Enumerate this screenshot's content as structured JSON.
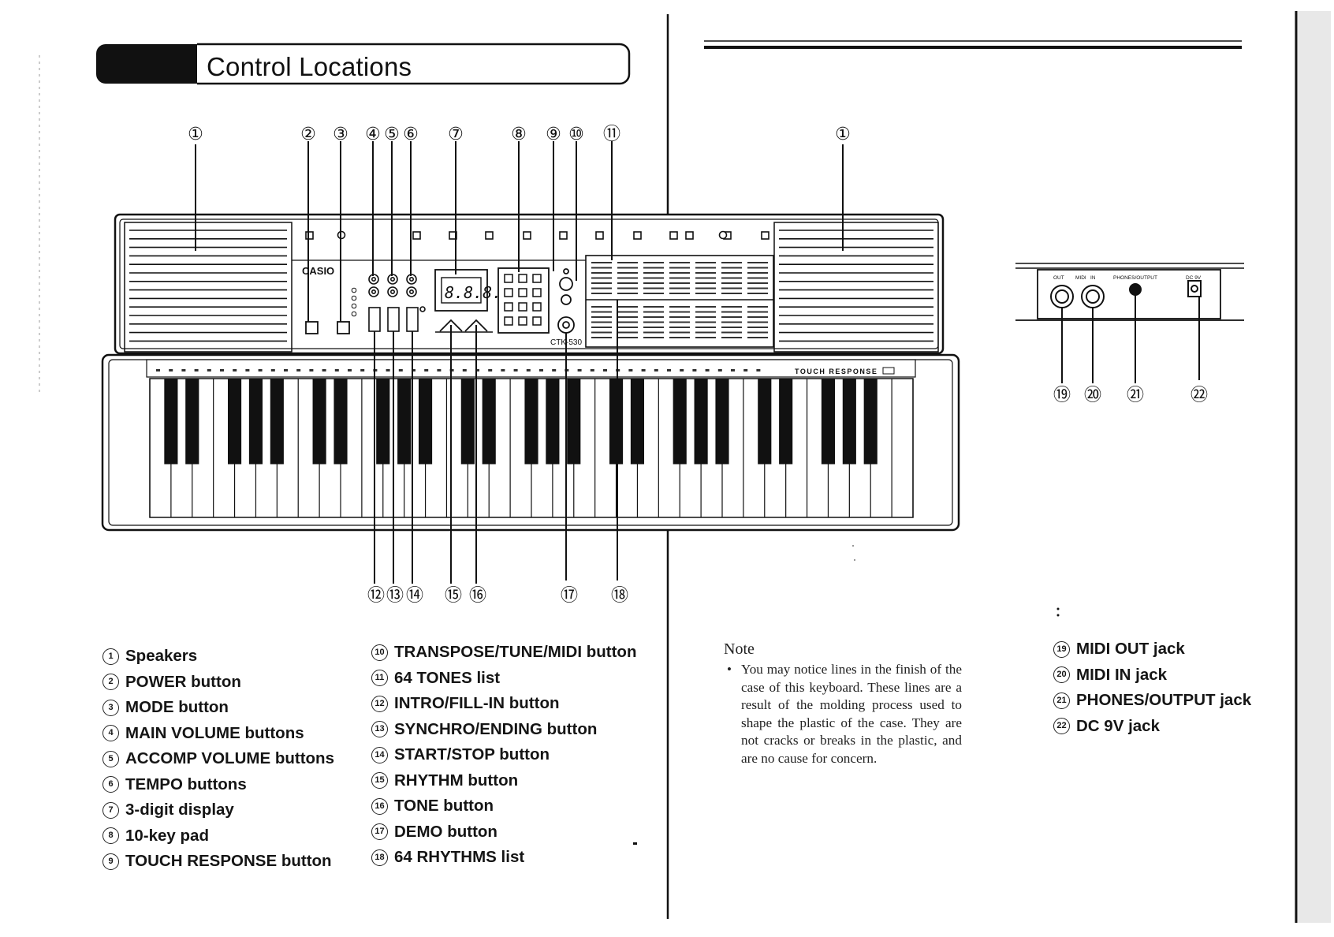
{
  "page": {
    "title": "Control Locations"
  },
  "diagram": {
    "callouts_top": [
      "①",
      "②",
      "③",
      "④",
      "⑤",
      "⑥",
      "⑦",
      "⑧",
      "⑨",
      "⑩",
      "⑪"
    ],
    "callouts_bottom": [
      "⑫",
      "⑬",
      "⑭",
      "⑮",
      "⑯",
      "⑰",
      "⑱"
    ],
    "callout_right_speaker": "①",
    "callouts_jacks": [
      "⑲",
      "⑳",
      "㉑",
      "㉒"
    ],
    "keyboard_brand": "CASIO",
    "keyboard_model": "CTK-530",
    "display_digits": "8.8.8.",
    "touch_response_label": "TOUCH RESPONSE",
    "jack_labels": [
      "OUT",
      "MIDI",
      "IN",
      "PHONES/OUTPUT",
      "DC 9V"
    ]
  },
  "legend": {
    "column1": [
      {
        "num": "1",
        "label": "Speakers"
      },
      {
        "num": "2",
        "label": "POWER button"
      },
      {
        "num": "3",
        "label": "MODE button"
      },
      {
        "num": "4",
        "label": "MAIN VOLUME buttons"
      },
      {
        "num": "5",
        "label": "ACCOMP VOLUME buttons"
      },
      {
        "num": "6",
        "label": "TEMPO buttons"
      },
      {
        "num": "7",
        "label": "3-digit display"
      },
      {
        "num": "8",
        "label": "10-key pad"
      },
      {
        "num": "9",
        "label": "TOUCH RESPONSE button"
      }
    ],
    "column2": [
      {
        "num": "10",
        "label": "TRANSPOSE/TUNE/MIDI button"
      },
      {
        "num": "11",
        "label": "64 TONES list"
      },
      {
        "num": "12",
        "label": "INTRO/FILL-IN button"
      },
      {
        "num": "13",
        "label": "SYNCHRO/ENDING button"
      },
      {
        "num": "14",
        "label": "START/STOP button"
      },
      {
        "num": "15",
        "label": "RHYTHM button"
      },
      {
        "num": "16",
        "label": "TONE button"
      },
      {
        "num": "17",
        "label": "DEMO button"
      },
      {
        "num": "18",
        "label": "64 RHYTHMS list"
      }
    ],
    "column3": [
      {
        "num": "19",
        "label": "MIDI OUT jack"
      },
      {
        "num": "20",
        "label": "MIDI IN jack"
      },
      {
        "num": "21",
        "label": "PHONES/OUTPUT jack"
      },
      {
        "num": "22",
        "label": "DC 9V jack"
      }
    ]
  },
  "note": {
    "heading": "Note",
    "bullet": "•",
    "body": "You may notice lines in the finish of the case of this keyboard. These lines are a result of the molding process used to shape the plastic of the case. They are not cracks or breaks in the plastic, and are no cause for concern."
  },
  "colors": {
    "ink": "#111111",
    "paper": "#ffffff"
  }
}
